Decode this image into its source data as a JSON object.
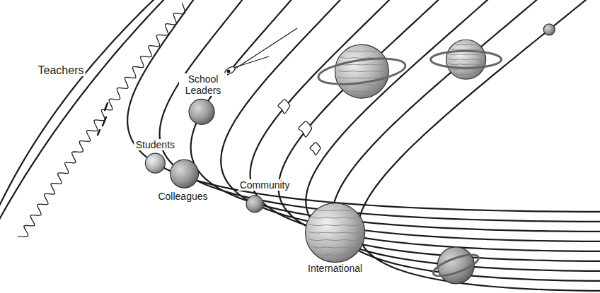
{
  "diagram": {
    "labels": [
      "Teachers",
      "Students",
      "Colleagues",
      "School Leaders",
      "Community",
      "International"
    ]
  }
}
